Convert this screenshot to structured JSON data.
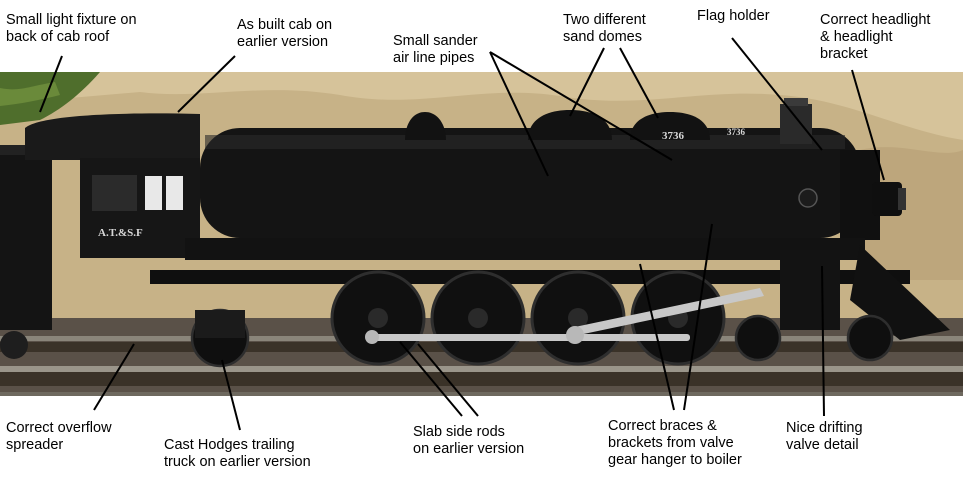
{
  "annotations": {
    "light_fixture": "Small light fixture on\nback of cab roof",
    "as_built_cab": "As built cab on\nearlier version",
    "sander_pipes": "Small sander\nair line pipes",
    "sand_domes": "Two different\nsand domes",
    "flag_holder": "Flag holder",
    "headlight": "Correct headlight\n& headlight\nbracket",
    "overflow_spreader": "Correct overflow\nspreader",
    "hodges_truck": "Cast Hodges trailing\ntruck on earlier version",
    "side_rods": "Slab side rods\non earlier version",
    "braces": "Correct braces &\nbrackets from valve\ngear hanger to boiler",
    "drifting_valve": "Nice drifting\nvalve detail"
  },
  "locomotive": {
    "number": "3736",
    "cab_lettering": "A.T.&S.F"
  },
  "colors": {
    "engine": "#141414",
    "rods": "#c8c8c8",
    "rock": "#c9b48a",
    "grass": "#4f6e2c",
    "ties": "#3a3228",
    "rail": "#8a857a"
  }
}
